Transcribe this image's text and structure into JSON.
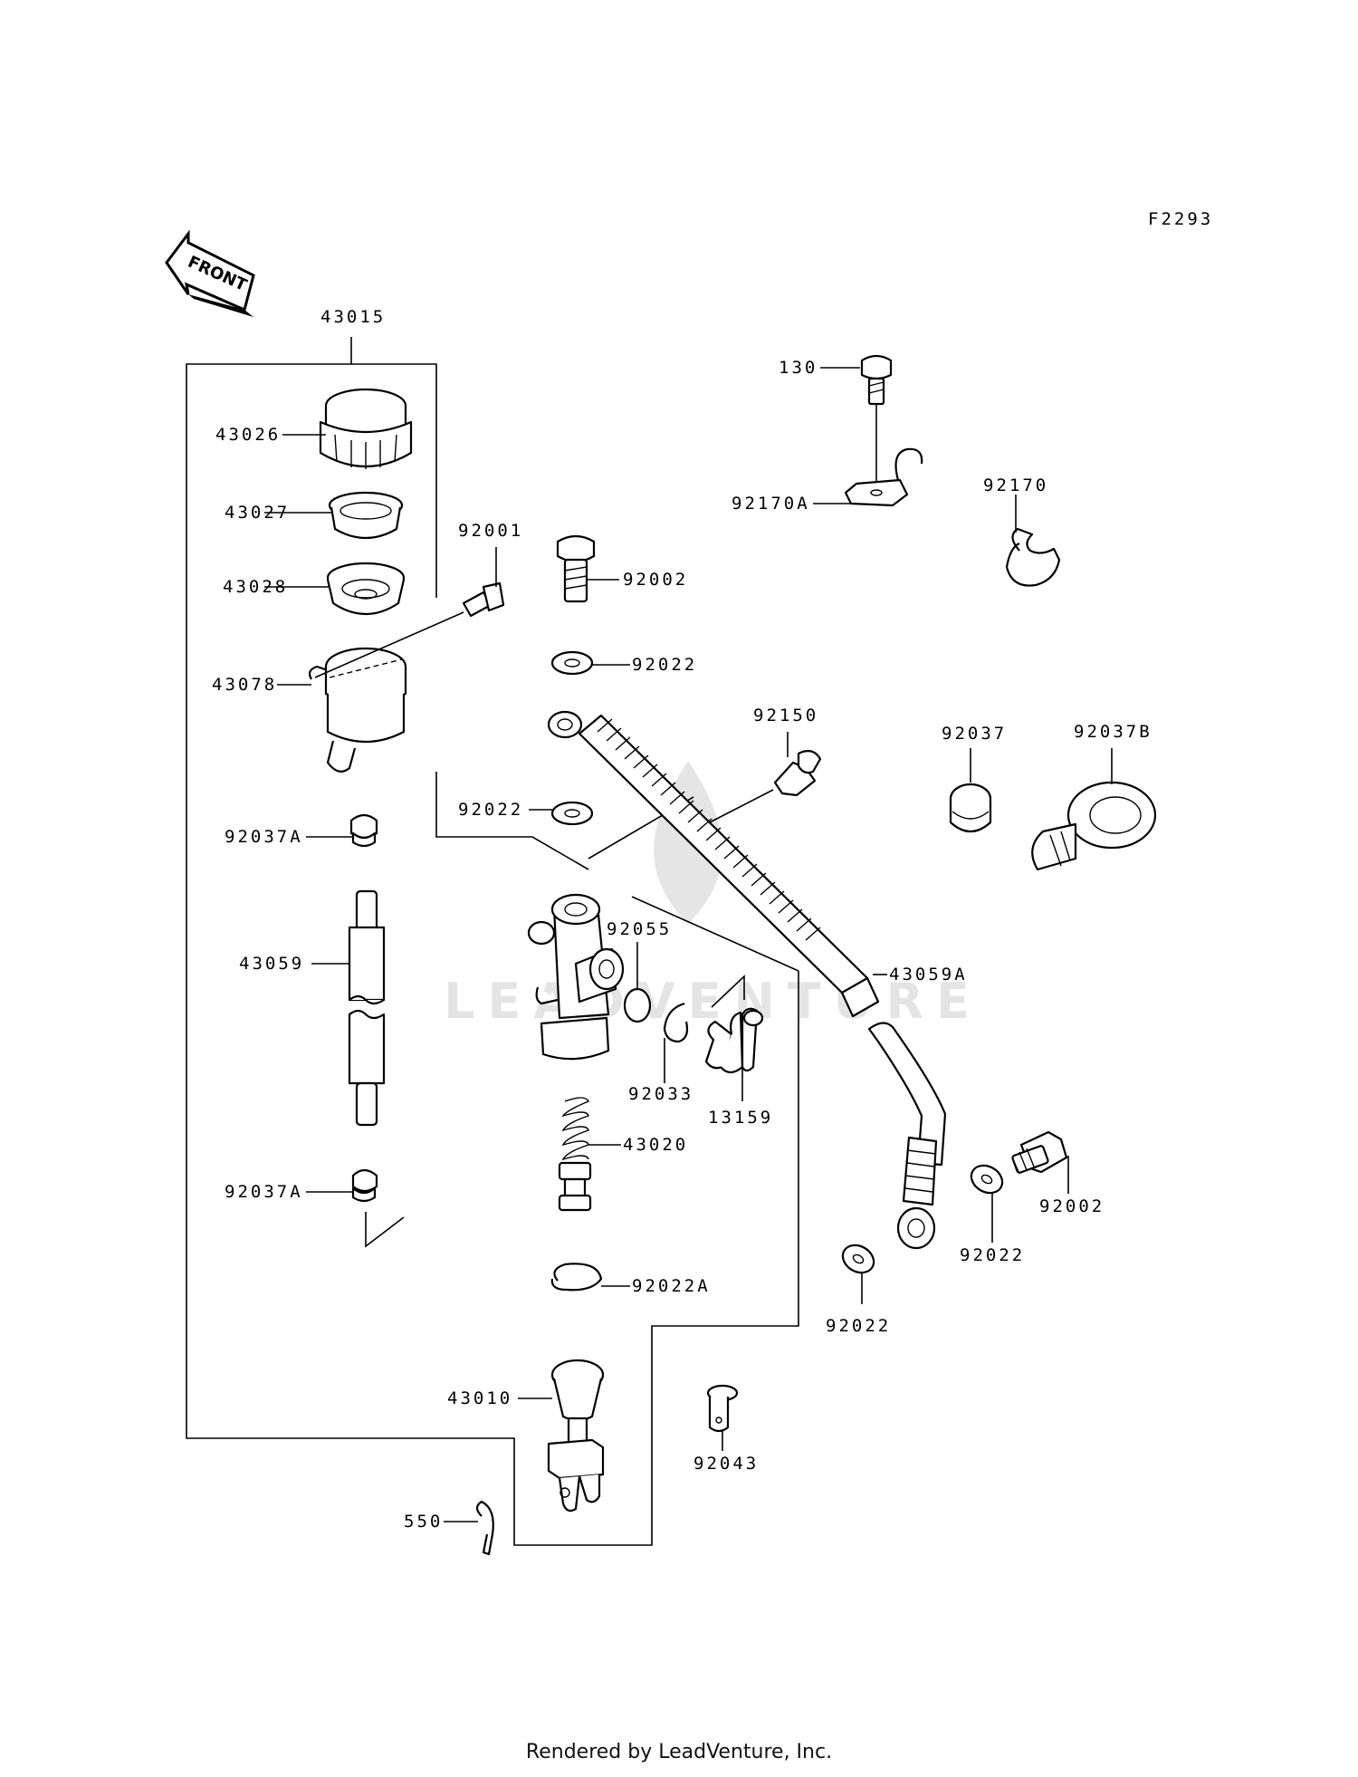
{
  "figure_code": "F2293",
  "front_marker": "FRONT",
  "watermark": "LEADVENTURE",
  "footer": "Rendered by LeadVenture, Inc.",
  "callouts": [
    "43015",
    "43026",
    "43027",
    "43028",
    "43078",
    "92037A",
    "43059",
    "92037A",
    "92001",
    "92002",
    "92022",
    "92022",
    "92055",
    "92033",
    "13159",
    "43020",
    "92022A",
    "43010",
    "550",
    "130",
    "92170A",
    "92170",
    "92150",
    "92037",
    "92037B",
    "43059A",
    "92002",
    "92022",
    "92022",
    "92043"
  ]
}
